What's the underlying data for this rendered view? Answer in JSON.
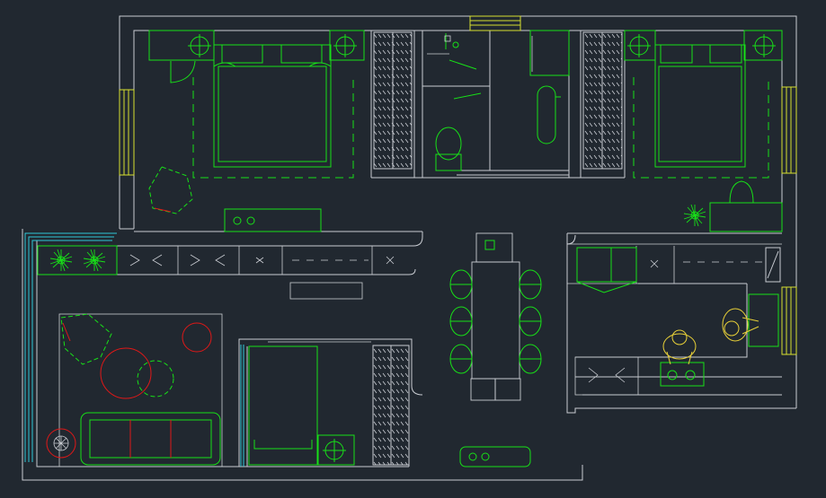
{
  "colors": {
    "background": "#212830",
    "wall": "#c9ccd2",
    "furniture": "#18e018",
    "accent_red": "#e01818",
    "window": "#d8e030",
    "cyan": "#30c8d8",
    "person": "#e8d038"
  },
  "rooms": [
    {
      "id": "master-bedroom",
      "icons": [
        "bed-icon",
        "nightstand-icon",
        "wardrobe-icon",
        "tv-cabinet-icon"
      ]
    },
    {
      "id": "bathroom",
      "icons": [
        "toilet-icon",
        "bathtub-icon",
        "shower-icon"
      ]
    },
    {
      "id": "second-bedroom",
      "icons": [
        "bed-icon",
        "nightstand-icon",
        "wardrobe-icon",
        "desk-icon"
      ]
    },
    {
      "id": "living-room",
      "icons": [
        "sofa-icon",
        "coffee-table-icon",
        "plant-icon",
        "rug-icon"
      ]
    },
    {
      "id": "study",
      "icons": [
        "single-bed-icon",
        "wardrobe-icon"
      ]
    },
    {
      "id": "dining",
      "icons": [
        "dining-table-icon",
        "chair-icon"
      ]
    },
    {
      "id": "kitchen",
      "icons": [
        "stove-icon",
        "sink-icon",
        "fridge-icon",
        "person-icon"
      ]
    }
  ]
}
